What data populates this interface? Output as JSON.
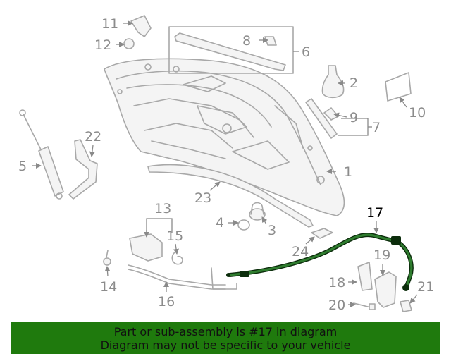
{
  "diagram": {
    "callouts": [
      "1",
      "2",
      "3",
      "4",
      "5",
      "6",
      "7",
      "8",
      "9",
      "10",
      "11",
      "12",
      "13",
      "14",
      "15",
      "16",
      "17",
      "18",
      "19",
      "20",
      "21",
      "22",
      "23",
      "24"
    ],
    "highlight_part": "17",
    "colors": {
      "line_art": "#a8a8a8",
      "label_text": "#8c8c8c",
      "highlight_label": "#000000",
      "cable": "#2f7d2f",
      "banner": "#1f7a0d"
    }
  },
  "banner": {
    "line1": "Part or sub-assembly is #17 in diagram",
    "line2": "Diagram may not be specific to your vehicle"
  }
}
